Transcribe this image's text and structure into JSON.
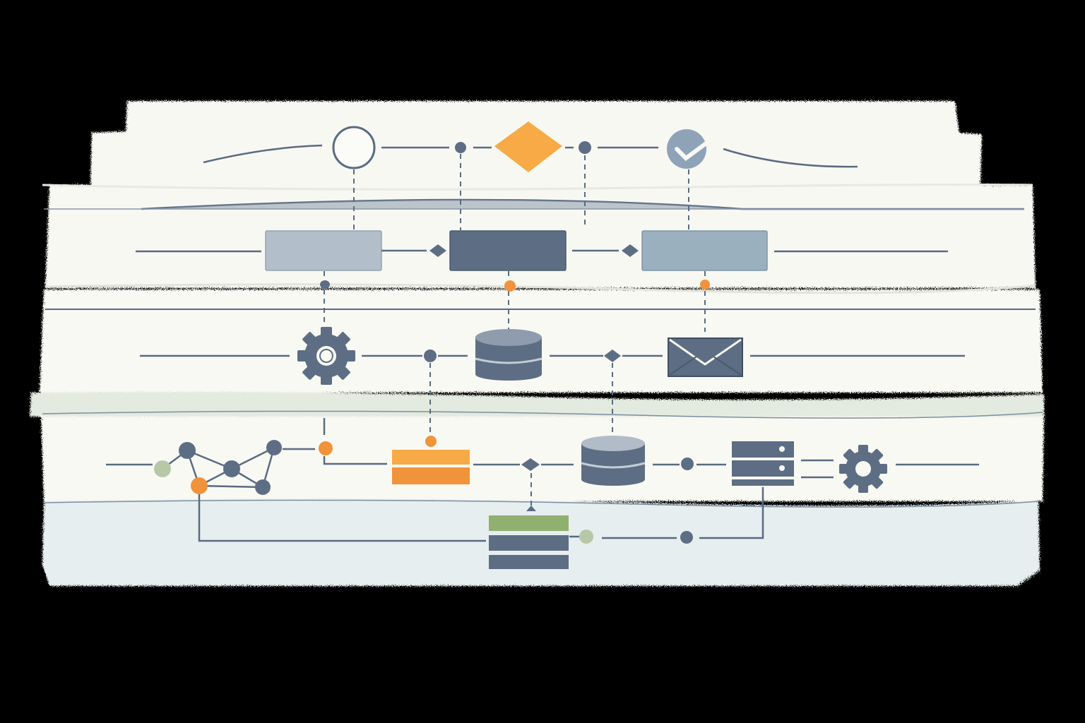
{
  "colors": {
    "background": "#000000",
    "paper": "#f8f8f3",
    "paper_band_green": "#e3eadf",
    "paper_band_blue": "#e6edf0",
    "line": "#5a6b80",
    "node_dark": "#5d6e84",
    "node_light": "#aebbc8",
    "node_teal": "#97afbd",
    "accent_orange": "#f0933a",
    "accent_orange_light": "#f7aa45",
    "accent_green": "#90b070",
    "accent_green_light": "#b7c8a8"
  },
  "diagram": {
    "lanes": [
      {
        "id": "lane-1",
        "nodes": [
          "start-event-circle",
          "connector-dot",
          "decision-diamond",
          "connector-dot",
          "completed-check-icon"
        ]
      },
      {
        "id": "lane-2",
        "nodes": [
          "process-box-light",
          "gateway-diamond",
          "process-box-dark",
          "gateway-diamond",
          "process-box-teal"
        ]
      },
      {
        "id": "lane-3",
        "nodes": [
          "gear-icon",
          "connector-dot",
          "database-icon",
          "gateway-diamond",
          "envelope-icon"
        ]
      },
      {
        "id": "lane-4",
        "nodes": [
          "network-graph-icon",
          "orange-stack-icon",
          "gateway-diamond",
          "database-icon",
          "connector-dot",
          "server-icon",
          "gear-icon"
        ]
      },
      {
        "id": "lane-5",
        "nodes": [
          "layered-stack-icon",
          "connector-dot",
          "connector-dot"
        ]
      }
    ]
  }
}
